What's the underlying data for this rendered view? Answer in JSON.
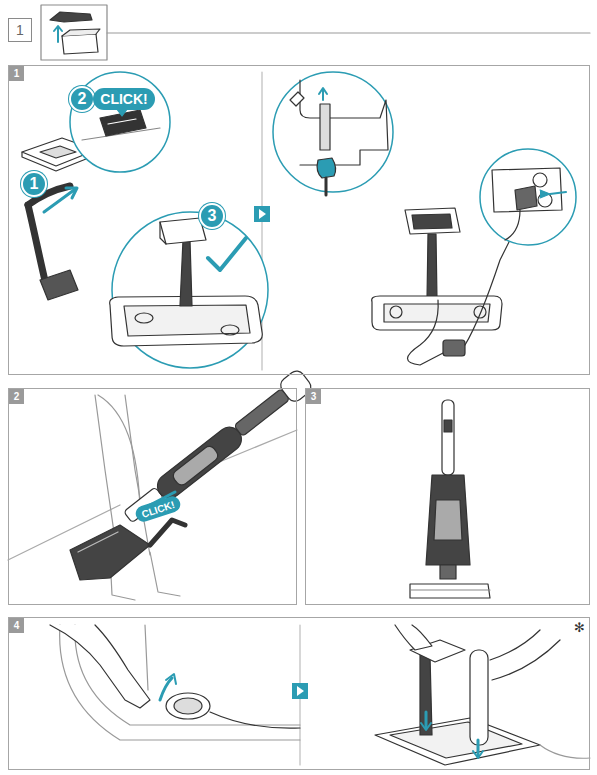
{
  "diagram": {
    "nodes": [
      {
        "text": [
          "1"
        ]
      },
      {
        "text": [
          "1"
        ]
      },
      {
        "text": [
          "1"
        ],
        "in": 1
      },
      {
        "text": [
          "2"
        ],
        "in": 1
      },
      {
        "text": [
          "CLICK!"
        ],
        "in": 1
      },
      {
        "text": [
          "3"
        ],
        "in": 1
      },
      {
        "text": [
          "2"
        ]
      },
      {
        "text": [
          "CLICK!"
        ],
        "in": 6
      },
      {
        "text": [
          "3"
        ]
      },
      {
        "text": [
          "4"
        ]
      }
    ],
    "labels": [
      "✻"
    ]
  }
}
